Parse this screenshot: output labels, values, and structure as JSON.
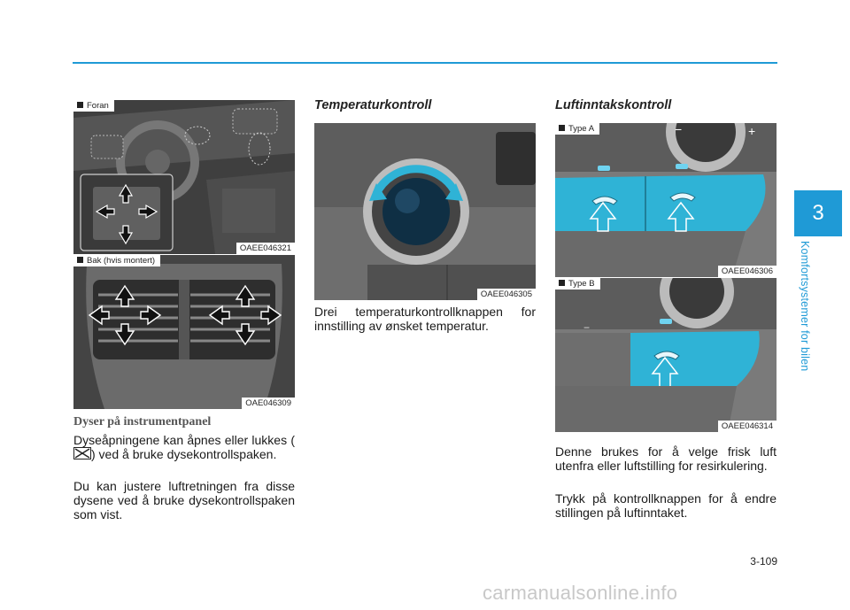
{
  "section": {
    "number": "3",
    "title": "Komfortsystemer for bilen",
    "page_number": "3-109"
  },
  "left_column": {
    "figure_front": {
      "tag": "Foran",
      "code": "OAEE046321"
    },
    "figure_rear": {
      "tag": "Bak (hvis montert)",
      "code": "OAE046309"
    },
    "heading": "Dyser på instrumentpanel",
    "paragraph1_part1": "Dyseåpningene kan åpnes eller lukkes (",
    "paragraph1_part2": ") ved å bruke dysekontrollspaken.",
    "paragraph2": "Du kan justere luftretningen fra disse dysene ved å bruke dysekontrollspaken som vist."
  },
  "middle_column": {
    "heading": "Temperaturkontroll",
    "figure": {
      "code": "OAEE046305"
    },
    "paragraph": "Drei temperaturkontrollknappen for innstilling av ønsket temperatur."
  },
  "right_column": {
    "heading": "Luftinntakskontroll",
    "figure_a": {
      "tag": "Type A",
      "code": "OAEE046306"
    },
    "figure_b": {
      "tag": "Type B",
      "code": "OAEE046314"
    },
    "paragraph1": "Denne brukes for å velge frisk luft utenfra eller luftstilling for resirkulering.",
    "paragraph2": "Trykk på kontrollknappen for å endre stillingen på luftinntaket."
  },
  "watermark": "carmanualsonline.info",
  "colors": {
    "accent": "#1f9ad6",
    "button_cyan": "#2fb3d6"
  }
}
